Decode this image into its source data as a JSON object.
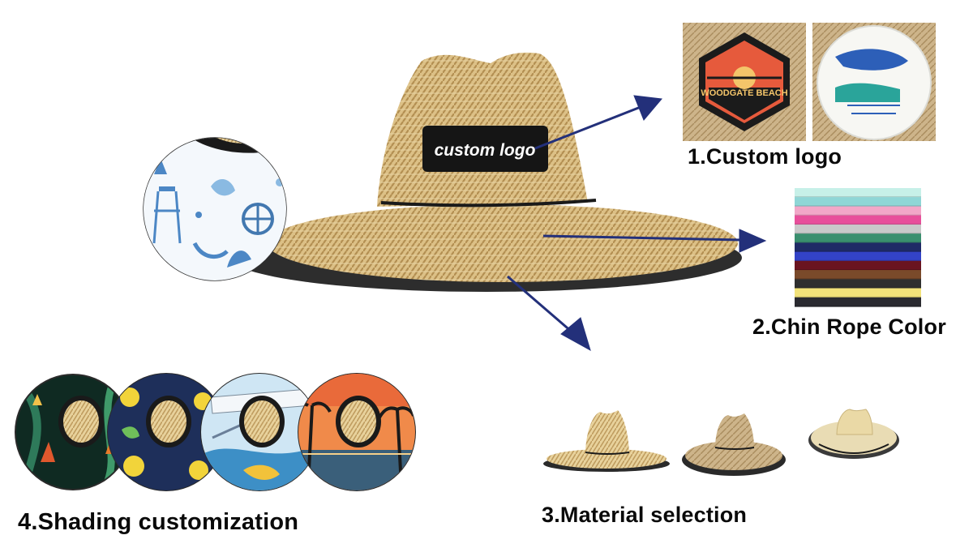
{
  "hero": {
    "patch_text": "custom logo"
  },
  "options": {
    "custom_logo": {
      "label": "1.Custom logo"
    },
    "chin_rope": {
      "label": "2.Chin Rope Color"
    },
    "material": {
      "label": "3.Material selection"
    },
    "shading": {
      "label": "4.Shading customization"
    }
  },
  "logo_samples": [
    {
      "text": "WOODGATE BEACH"
    }
  ],
  "rope_swatches": [
    "#c7f0e8",
    "#8fd6d6",
    "#f2a7c8",
    "#e84f9b",
    "#c9c9c9",
    "#3a8f6e",
    "#1f2a66",
    "#3343c7",
    "#6a1420",
    "#7a4a2a",
    "#2f2f2f",
    "#f2e27a",
    "#2a2a30"
  ],
  "colors": {
    "arrow": "#23307a",
    "straw_light": "#e3c98f",
    "straw_dark": "#b08a4a",
    "brim_edge": "#2d2d2d",
    "patch": "#151515"
  }
}
